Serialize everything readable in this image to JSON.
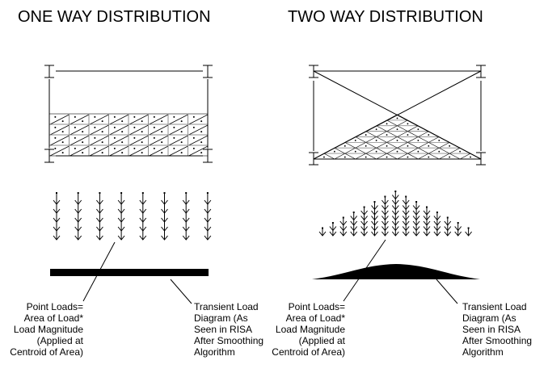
{
  "one_way": {
    "title": "ONE WAY DISTRIBUTION",
    "grid_columns": 8,
    "grid_rows": 4,
    "arrow_counts": [
      5,
      5,
      5,
      5,
      5,
      5,
      5,
      5
    ],
    "point_label": [
      "Point Loads=",
      "Area of Load*",
      "Load Magnitude",
      "(Applied at",
      "Centroid of Area)"
    ],
    "transient_label": [
      "Transient Load",
      "Diagram (As",
      "Seen in RISA",
      "After Smoothing",
      "Algorithm"
    ]
  },
  "two_way": {
    "title": "TWO WAY DISTRIBUTION",
    "arrow_counts": [
      1,
      2,
      3,
      4,
      5,
      6,
      7,
      8,
      7,
      6,
      5,
      4,
      3,
      2,
      1
    ],
    "point_label": [
      "Point Loads=",
      "Area of Load*",
      "Load Magnitude",
      "(Applied at",
      "Centroid of Area)"
    ],
    "transient_label": [
      "Transient Load",
      "Diagram (As",
      "Seen in RISA",
      "After Smoothing",
      "Algorithm"
    ]
  },
  "colors": {
    "ink": "#000000",
    "grid": "#888888",
    "fill": "#e8e8e8"
  }
}
